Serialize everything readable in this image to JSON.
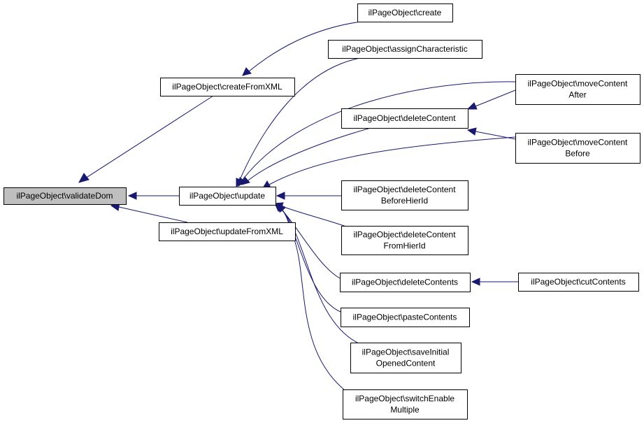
{
  "colors": {
    "edge": "#191970",
    "node_fill": "#ffffff",
    "focus_fill": "#bfbfbf",
    "node_border": "#000000"
  },
  "nodes": [
    {
      "id": "validateDom",
      "lines": [
        "ilPageObject\\validateDom"
      ],
      "focus": true
    },
    {
      "id": "createFromXML",
      "lines": [
        "ilPageObject\\createFromXML"
      ]
    },
    {
      "id": "update",
      "lines": [
        "ilPageObject\\update"
      ]
    },
    {
      "id": "updateFromXML",
      "lines": [
        "ilPageObject\\updateFromXML"
      ]
    },
    {
      "id": "create",
      "lines": [
        "ilPageObject\\create"
      ]
    },
    {
      "id": "assignCharacteristic",
      "lines": [
        "ilPageObject\\assignCharacteristic"
      ]
    },
    {
      "id": "deleteContent",
      "lines": [
        "ilPageObject\\deleteContent"
      ]
    },
    {
      "id": "deleteContentBeforeHierId",
      "lines": [
        "ilPageObject\\deleteContent",
        "BeforeHierId"
      ]
    },
    {
      "id": "deleteContentFromHierId",
      "lines": [
        "ilPageObject\\deleteContent",
        "FromHierId"
      ]
    },
    {
      "id": "deleteContents",
      "lines": [
        "ilPageObject\\deleteContents"
      ]
    },
    {
      "id": "pasteContents",
      "lines": [
        "ilPageObject\\pasteContents"
      ]
    },
    {
      "id": "saveInitialOpenedContent",
      "lines": [
        "ilPageObject\\saveInitial",
        "OpenedContent"
      ]
    },
    {
      "id": "switchEnableMultiple",
      "lines": [
        "ilPageObject\\switchEnable",
        "Multiple"
      ]
    },
    {
      "id": "moveContentAfter",
      "lines": [
        "ilPageObject\\moveContent",
        "After"
      ]
    },
    {
      "id": "moveContentBefore",
      "lines": [
        "ilPageObject\\moveContent",
        "Before"
      ]
    },
    {
      "id": "cutContents",
      "lines": [
        "ilPageObject\\cutContents"
      ]
    }
  ],
  "edges": [
    {
      "from": "createFromXML",
      "to": "validateDom"
    },
    {
      "from": "update",
      "to": "validateDom"
    },
    {
      "from": "updateFromXML",
      "to": "validateDom"
    },
    {
      "from": "create",
      "to": "createFromXML"
    },
    {
      "from": "assignCharacteristic",
      "to": "update"
    },
    {
      "from": "deleteContent",
      "to": "update"
    },
    {
      "from": "moveContentAfter",
      "to": "update"
    },
    {
      "from": "moveContentBefore",
      "to": "update"
    },
    {
      "from": "deleteContentBeforeHierId",
      "to": "update"
    },
    {
      "from": "deleteContentFromHierId",
      "to": "update"
    },
    {
      "from": "deleteContents",
      "to": "update"
    },
    {
      "from": "pasteContents",
      "to": "update"
    },
    {
      "from": "saveInitialOpenedContent",
      "to": "update"
    },
    {
      "from": "switchEnableMultiple",
      "to": "update"
    },
    {
      "from": "moveContentAfter",
      "to": "deleteContent"
    },
    {
      "from": "moveContentBefore",
      "to": "deleteContent"
    },
    {
      "from": "cutContents",
      "to": "deleteContents"
    }
  ]
}
